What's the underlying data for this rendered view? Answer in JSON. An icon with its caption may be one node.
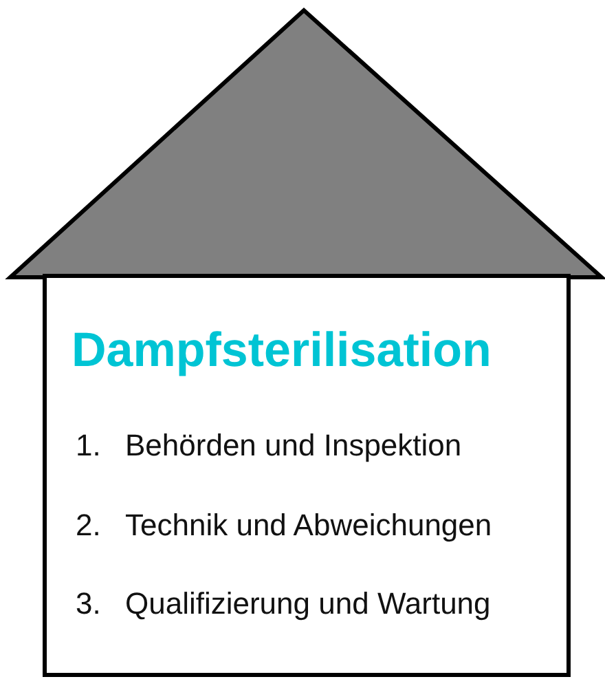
{
  "diagram": {
    "nodes": [
      {
        "text": [],
        "shape": "triangle"
      },
      {
        "text": [
          "Dampfsterilisation",
          "1. Behörden und Inspektion",
          "2. Technik und Abweichungen",
          "3. Qualifizierung und Wartung"
        ]
      }
    ],
    "edges": []
  }
}
